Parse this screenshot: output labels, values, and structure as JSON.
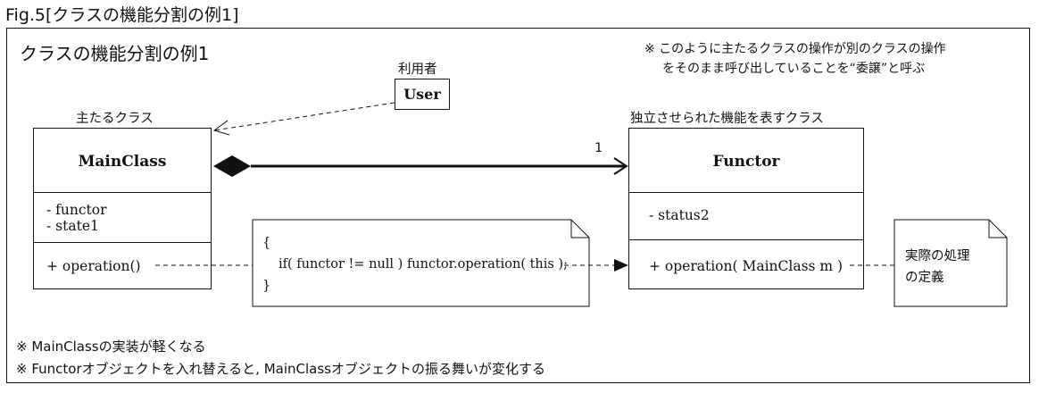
{
  "figure_title": "Fig.5[クラスの機能分割の例1]",
  "diagram_title": "クラスの機能分割の例1",
  "top_note": [
    "※ このように主たるクラスの操作が別のクラスの操作",
    "をそのまま呼び出していることを“委譲”と呼ぶ"
  ],
  "user": {
    "caption": "利用者",
    "name": "User"
  },
  "main_class": {
    "caption": "主たるクラス",
    "name": "MainClass",
    "attributes": [
      "- functor",
      "- state1"
    ],
    "operations": [
      "+ operation()"
    ]
  },
  "functor_class": {
    "caption": "独立させられた機能を表すクラス",
    "name": "Functor",
    "attributes": [
      "- status2"
    ],
    "operations": [
      "+ operation( MainClass m )"
    ]
  },
  "association": {
    "multiplicity": "1"
  },
  "code_note": [
    "{",
    "if( functor != null ) functor.operation( this );",
    "}"
  ],
  "impl_note": [
    "実際の処理",
    "の定義"
  ],
  "footnotes": [
    "※ MainClassの実装が軽くなる",
    "※ Functorオブジェクトを入れ替えると, MainClassオブジェクトの振る舞いが変化する"
  ],
  "colors": {
    "line": "#111111",
    "background": "#ffffff"
  }
}
